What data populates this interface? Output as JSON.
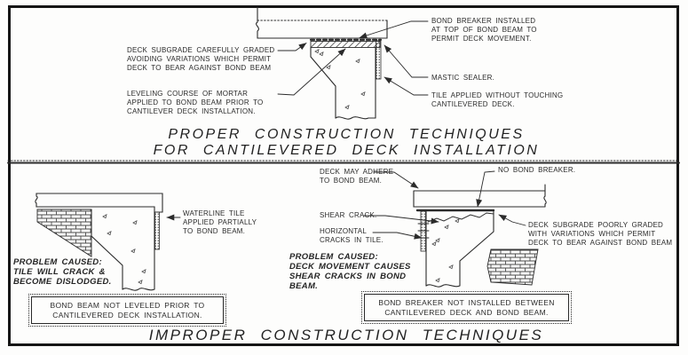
{
  "colors": {
    "ink": "#2b2b2b",
    "paper": "#fdfdfc"
  },
  "panels": {
    "proper": {
      "title_line1": "PROPER CONSTRUCTION TECHNIQUES",
      "title_line2": "FOR CANTILEVERED DECK INSTALLATION",
      "labels": {
        "deck_subgrade": "DECK SUBGRADE CAREFULLY GRADED\nAVOIDING VARIATIONS WHICH PERMIT\nDECK TO BEAR AGAINST BOND BEAM",
        "leveling_course": "LEVELING COURSE OF MORTAR\nAPPLIED TO BOND BEAM PRIOR TO\nCANTILEVER DECK INSTALLATION.",
        "bond_breaker": "BOND BREAKER INSTALLED\nAT TOP OF BOND BEAM TO\nPERMIT DECK MOVEMENT.",
        "mastic_sealer": "MASTIC SEALER.",
        "tile_applied": "TILE APPLIED WITHOUT TOUCHING\nCANTILEVERED DECK."
      }
    },
    "improper": {
      "title": "IMPROPER CONSTRUCTION TECHNIQUES",
      "left": {
        "waterline_tile": "WATERLINE TILE\nAPPLIED PARTIALLY\nTO BOND BEAM.",
        "problem": "PROBLEM CAUSED:\nTILE WILL CRACK &\nBECOME DISLODGED.",
        "caption": "BOND BEAM NOT LEVELED PRIOR TO\nCANTILEVERED DECK INSTALLATION."
      },
      "right": {
        "deck_adhere": "DECK MAY ADHERE\nTO BOND BEAM.",
        "no_bond_breaker": "NO BOND BREAKER.",
        "shear_crack": "SHEAR CRACK.",
        "horizontal_cracks": "HORIZONTAL\nCRACKS IN TILE.",
        "deck_subgrade": "DECK SUBGRADE POORLY GRADED\nWITH VARIATIONS WHICH PERMIT\nDECK TO BEAR AGAINST BOND BEAM",
        "problem": "PROBLEM CAUSED:\nDECK MOVEMENT CAUSES\nSHEAR CRACKS IN BOND\nBEAM.",
        "caption": "BOND BREAKER NOT INSTALLED BETWEEN\nCANTILEVERED DECK AND BOND BEAM."
      }
    }
  }
}
